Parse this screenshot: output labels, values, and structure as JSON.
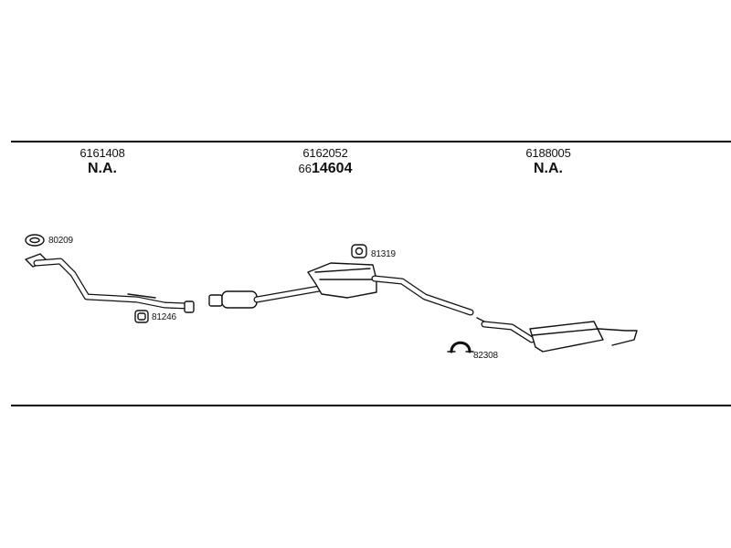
{
  "sections": [
    {
      "part_number": "6161408",
      "status": "N.A."
    },
    {
      "part_number": "6162052",
      "status_prefix": "66",
      "status": "14604"
    },
    {
      "part_number": "6188005",
      "status": "N.A."
    }
  ],
  "callouts": {
    "gasket": "80209",
    "mount_front": "81246",
    "mount_middle": "81319",
    "clamp": "82308"
  }
}
